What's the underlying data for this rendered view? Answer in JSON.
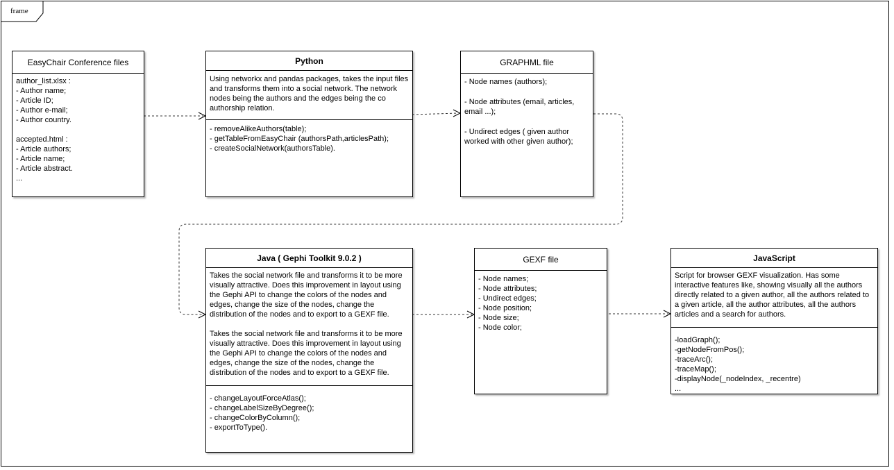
{
  "frame": {
    "label": "frame"
  },
  "boxes": {
    "easychair": {
      "title": "EasyChair Conference files",
      "lines": [
        "author_list.xlsx :",
        "- Author name;",
        "- Article ID;",
        "- Author e-mail;",
        "- Author country.",
        "",
        "accepted.html :",
        "- Article authors;",
        "- Article name;",
        "- Article abstract.",
        "..."
      ]
    },
    "python": {
      "title": "Python",
      "description": "Using networkx and pandas packages, takes the input files and transforms them into a social network. The network nodes being the authors and the edges being the co authorship relation.",
      "methods": [
        "- removeAlikeAuthors(table);",
        "- getTableFromEasyChair (authorsPath,articlesPath);",
        "- createSocialNetwork(authorsTable)."
      ]
    },
    "graphml": {
      "title": "GRAPHML file",
      "items": [
        "- Node names (authors);",
        "- Node attributes (email,  articles, email ...);",
        "- Undirect edges ( given author worked with other  given author);"
      ]
    },
    "java": {
      "title": "Java ( Gephi Toolkit 9.0.2 )",
      "paragraphs": [
        "Takes the social network file and transforms it to be more visually attractive. Does this improvement in layout using the Gephi API to change the colors of the nodes and edges, change the size of the nodes, change the distribution of the nodes and to export to a GEXF file.",
        "Takes the social network file and transforms it to be more visually attractive. Does this improvement in layout using the Gephi API to change the colors of the nodes and edges, change the size of the nodes, change the distribution of the nodes and to export to a GEXF file."
      ],
      "methods": [
        "- changeLayoutForceAtlas();",
        "- changeLabelSizeByDegree();",
        "- changeColorByColumn();",
        "- exportToType()."
      ]
    },
    "gexf": {
      "title": "GEXF file",
      "lines": [
        "- Node names;",
        "- Node attributes;",
        "- Undirect edges;",
        "- Node position;",
        "- Node size;",
        "- Node color;"
      ]
    },
    "javascript": {
      "title": "JavaScript",
      "description": "Script for browser GEXF visualization. Has some interactive features like, showing visually all the authors directly related to a given author, all the authors related to a given article, all the author attributes, all the authors articles and a search for authors.",
      "methods": [
        "-loadGraph();",
        "-getNodeFromPos();",
        "-traceArc();",
        "-traceMap();",
        "-displayNode(_nodeIndex, _recentre)",
        "..."
      ]
    }
  },
  "edges": [
    {
      "from": "easychair",
      "to": "python"
    },
    {
      "from": "python",
      "to": "graphml"
    },
    {
      "from": "graphml",
      "to": "java"
    },
    {
      "from": "java",
      "to": "gexf"
    },
    {
      "from": "gexf",
      "to": "javascript"
    }
  ]
}
